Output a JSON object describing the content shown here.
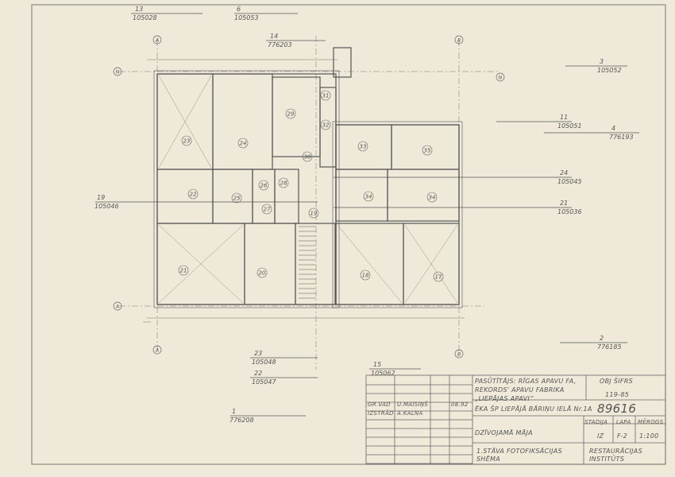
{
  "markers": [
    {
      "num": "13",
      "code": "105028"
    },
    {
      "num": "6",
      "code": "105053"
    },
    {
      "num": "14",
      "code": "776203"
    },
    {
      "num": "3",
      "code": "105052"
    },
    {
      "num": "11",
      "code": "105051"
    },
    {
      "num": "4",
      "code": "776193"
    },
    {
      "num": "24",
      "code": "105045"
    },
    {
      "num": "21",
      "code": "105036"
    },
    {
      "num": "19",
      "code": "105046"
    },
    {
      "num": "23",
      "code": "105048"
    },
    {
      "num": "22",
      "code": "105047"
    },
    {
      "num": "15",
      "code": "105062"
    },
    {
      "num": "1",
      "code": "776208"
    },
    {
      "num": "2",
      "code": "776185"
    }
  ],
  "axes": [
    "A",
    "N",
    "B"
  ],
  "rooms": [
    "23",
    "24",
    "29",
    "31",
    "32",
    "30",
    "33",
    "35",
    "22",
    "25",
    "26",
    "28",
    "27",
    "34",
    "34",
    "21",
    "20",
    "19",
    "18",
    "17"
  ],
  "title_block": {
    "client": "PASŪTĪTĀJS: RĪGAS APAVU FA, REKORDS' APAVU FABRIKA „LIEPĀJAS APAVI”",
    "object": "ĒKA ŠP LIEPĀJĀ BĀRIŅU IELĀ Nr.1A",
    "obj_label": "OBJ ŠIFRS",
    "obj_code": "119-85",
    "archive_no": "89616",
    "role1": "GR.VAD",
    "name1": "U.MAISIŅŠ",
    "date1": "08.92",
    "role2": "IZSTRĀD",
    "name2": "A.KALNA",
    "building": "DZĪVOJAMĀ MĀJA",
    "stage_label": "STADIJA",
    "sheet_label": "LAPA",
    "scale_label": "MĒROGS",
    "stage": "IZ",
    "sheet": "F-2",
    "scale": "1:100",
    "drawing": "1.STĀVA FOTOFIKSĀCIJAS SHĒMA",
    "institute": "RESTAURĀCIJAS INSTITŪTS"
  }
}
